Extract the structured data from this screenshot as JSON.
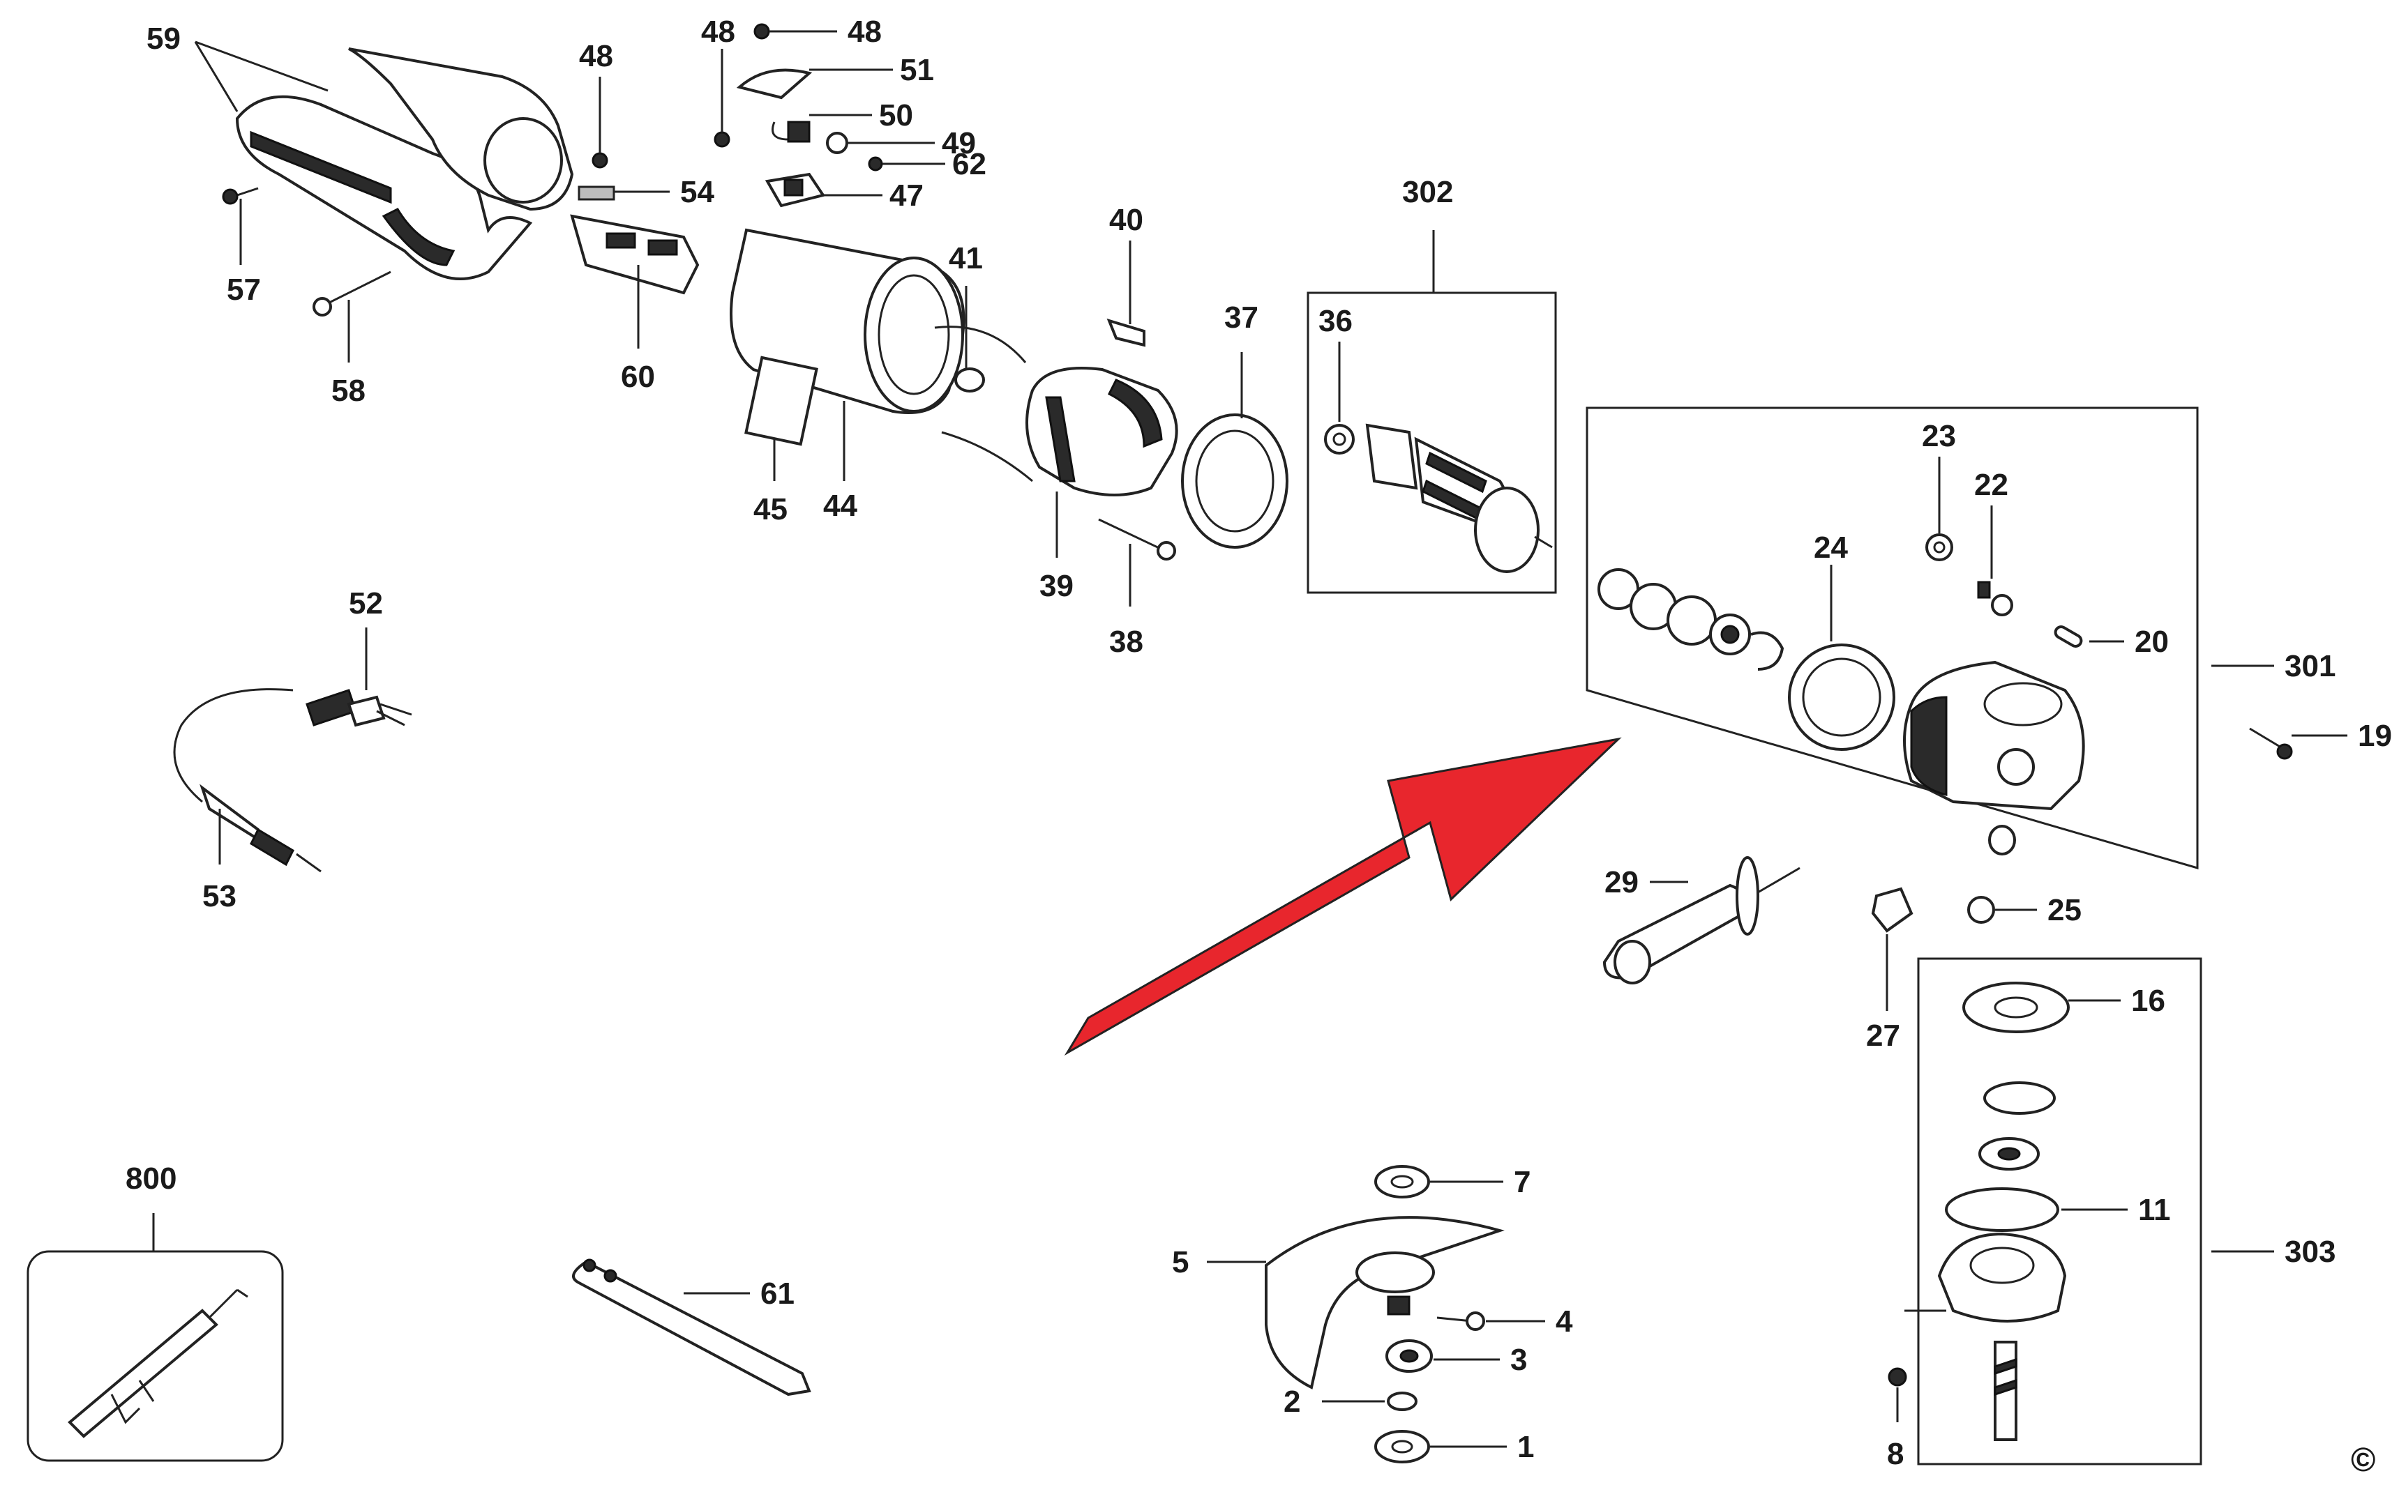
{
  "labels": {
    "p59": "59",
    "p48a": "48",
    "p48b": "48",
    "p48c": "48",
    "p51": "51",
    "p50": "50",
    "p49": "49",
    "p62": "62",
    "p54": "54",
    "p47": "47",
    "p57": "57",
    "p58": "58",
    "p60": "60",
    "p41": "41",
    "p40": "40",
    "p302": "302",
    "p37": "37",
    "p36": "36",
    "p45": "45",
    "p44": "44",
    "p39": "39",
    "p38": "38",
    "p52": "52",
    "p53": "53",
    "p23": "23",
    "p22": "22",
    "p24": "24",
    "p20": "20",
    "p301": "301",
    "p19": "19",
    "p29": "29",
    "p25": "25",
    "p27": "27",
    "p16": "16",
    "p11": "11",
    "p303": "303",
    "p7": "7",
    "p5": "5",
    "p4": "4",
    "p3": "3",
    "p2": "2",
    "p1": "1",
    "p8": "8",
    "p800": "800",
    "p61": "61"
  },
  "copyright": "©",
  "colors": {
    "arrow": "#e8262d",
    "ink": "#1a1a1a"
  }
}
